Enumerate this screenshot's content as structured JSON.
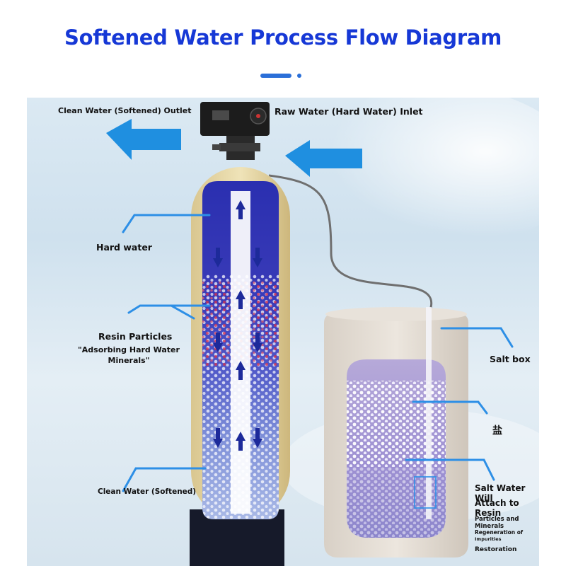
{
  "title": "Softened Water Process Flow Diagram",
  "labels": {
    "clean_outlet": "Clean Water (Softened) Outlet",
    "raw_inlet": "Raw Water (Hard Water) Inlet",
    "hard_water": "Hard water",
    "resin_title": "Resin Particles",
    "resin_sub_1": "\"Adsorbing Hard Water",
    "resin_sub_2": "Minerals\"",
    "clean_water": "Clean Water (Softened)",
    "salt_box": "Salt box",
    "salt": "盐",
    "salt_water_1": "Salt Water Will",
    "salt_water_2": "Attach to Resin",
    "particles": "Particles and Minerals",
    "regeneration_1": "Regeneration of",
    "regeneration_2": "Impurities",
    "restoration": "Restoration"
  },
  "colors": {
    "title": "#1638d6",
    "arrow": "#1f8fe0",
    "pointer_line": "#2d8fe6",
    "resin_red": "#d8324a",
    "tank_blue": "#2a2fb0"
  },
  "icons": [
    "left-arrow-icon",
    "control-valve-icon",
    "up-arrow-icon",
    "down-arrow-icon"
  ]
}
